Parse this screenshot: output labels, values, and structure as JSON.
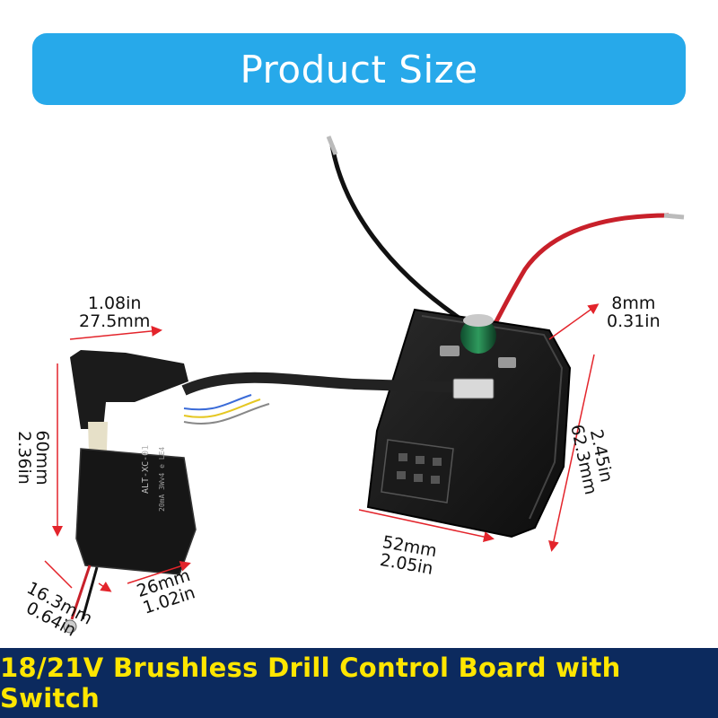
{
  "header": {
    "title": "Product Size"
  },
  "dimensions": {
    "switch_width": {
      "imperial": "1.08in",
      "metric": "27.5mm"
    },
    "switch_height": {
      "metric": "60mm",
      "imperial": "2.36in"
    },
    "switch_depth": {
      "metric": "16.3mm",
      "imperial": "0.64in"
    },
    "switch_base": {
      "metric": "26mm",
      "imperial": "1.02in"
    },
    "board_thickness": {
      "metric": "8mm",
      "imperial": "0.31in"
    },
    "board_length": {
      "imperial": "2.45in",
      "metric": "62.3mm"
    },
    "board_width": {
      "metric": "52mm",
      "imperial": "2.05in"
    }
  },
  "switch_label": {
    "model": "ALT-XC-01",
    "rating": "20mA 3Wv4 e LE4"
  },
  "footer": {
    "title": "18/21V Brushless Drill Control Board with Switch"
  },
  "colors": {
    "banner": "#27a9ea",
    "footer_bg": "#0c2a5e",
    "footer_text": "#ffe600",
    "arrow": "#e3242b"
  }
}
